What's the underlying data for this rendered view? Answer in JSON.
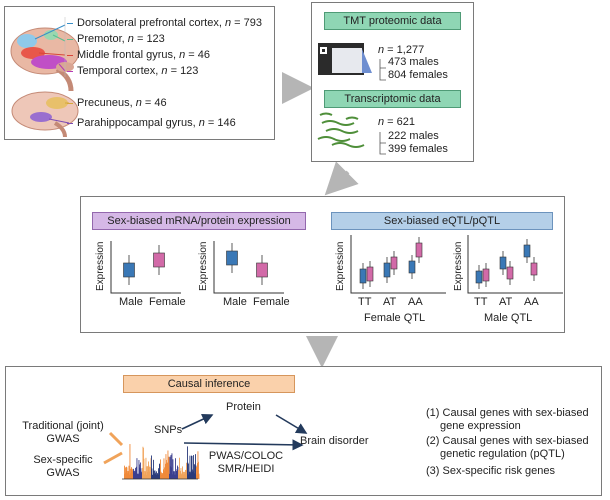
{
  "regions": {
    "top": [
      {
        "label": "Dorsolateral prefrontal cortex",
        "n": "793",
        "color": "#3a8fc7"
      },
      {
        "label": "Premotor",
        "n": "123",
        "color": "#5bbf8f"
      },
      {
        "label": "Middle frontal gyrus",
        "n": "46",
        "color": "#d8453a"
      },
      {
        "label": "Temporal cortex",
        "n": "123",
        "color": "#b53ab8"
      }
    ],
    "bottom": [
      {
        "label": "Precuneus",
        "n": "46",
        "color": "#d6a73a"
      },
      {
        "label": "Parahippocampal gyrus",
        "n": "146",
        "color": "#7b4cb3"
      }
    ]
  },
  "proteomic": {
    "title": "TMT proteomic data",
    "n": "1,277",
    "males": "473 males",
    "females": "804 females"
  },
  "transcriptomic": {
    "title": "Transcriptomic data",
    "n": "621",
    "males": "222 males",
    "females": "399 females"
  },
  "sex_biased_expression": {
    "title": "Sex-biased mRNA/protein expression",
    "ylabel": "Expression",
    "categories": [
      "Male",
      "Female"
    ]
  },
  "sex_biased_qtl": {
    "title": "Sex-biased eQTL/pQTL",
    "ylabel": "Expression",
    "genotypes": [
      "TT",
      "AT",
      "AA"
    ],
    "panels": [
      "Female QTL",
      "Male QTL"
    ]
  },
  "causal": {
    "title": "Causal inference",
    "gwas_joint": [
      "Traditional (joint)",
      "GWAS"
    ],
    "gwas_sex": [
      "Sex-specific",
      "GWAS"
    ],
    "snps": "SNPs",
    "protein": "Protein",
    "methods": [
      "PWAS/COLOC",
      "SMR/HEIDI"
    ],
    "disorder": "Brain disorder"
  },
  "outcomes": [
    [
      "(1) Causal genes with sex-biased",
      "gene expression"
    ],
    [
      "(2) Causal genes with sex-biased",
      "genetic regulation (pQTL)"
    ],
    [
      "(3) Sex-specific risk genes"
    ]
  ],
  "colors": {
    "male": "#3a78b6",
    "female": "#d26aa8",
    "arrow": "#b5b5b5"
  }
}
